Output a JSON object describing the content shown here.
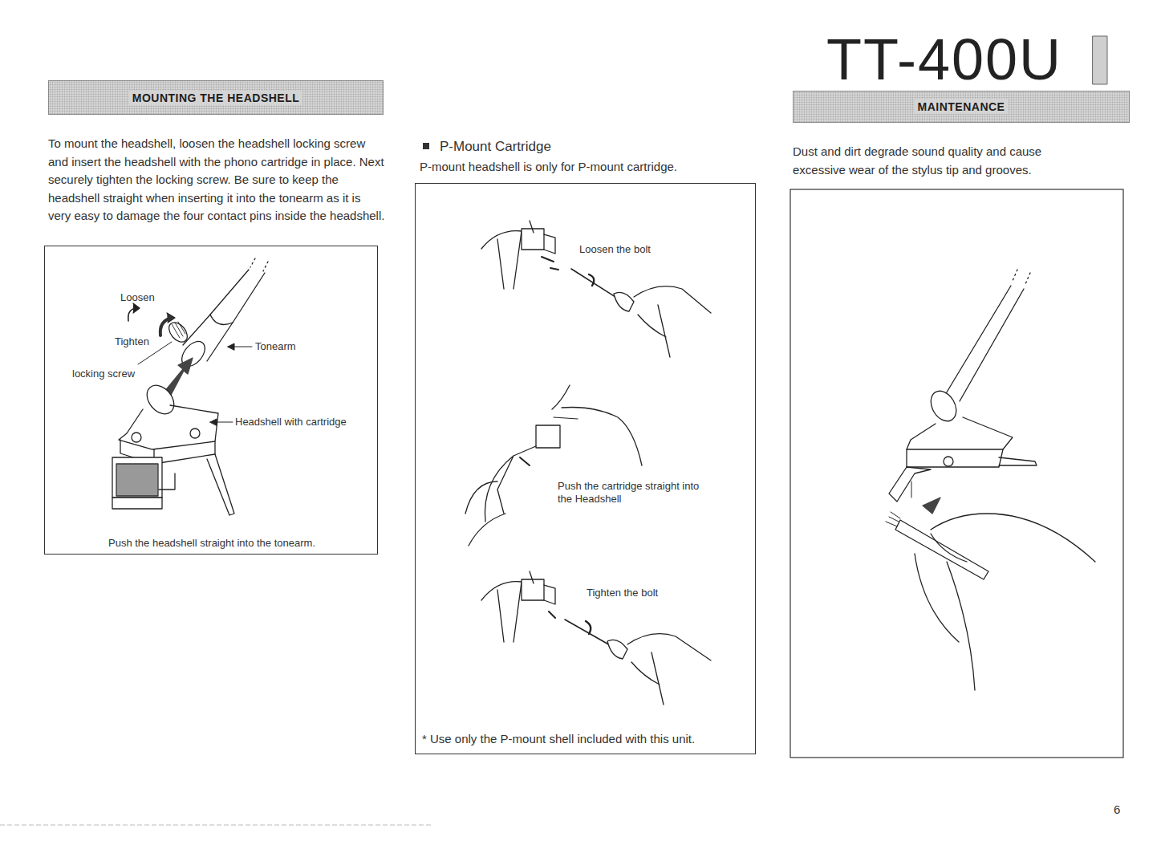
{
  "diagram": {
    "title": "TT-400U",
    "nodes": [
      {
        "text": [
          "MOUNTING THE HEADSHELL"
        ]
      },
      {
        "text": [
          "Push the headshell straight into the tonearm."
        ]
      },
      {
        "text": [
          "MAINTENANCE"
        ]
      },
      {
        "text": [
          "* Use only the P-mount shell included with this unit."
        ]
      }
    ],
    "labels": [
      "To mount the headshell, loosen the headshell locking screw and insert the headshell with the phono cartridge in place. Next securely tighten the locking screw. Be sure to keep the headshell straight when inserting it into the tonearm as it is very easy to damage the four contact pins inside the headshell.",
      "Loosen",
      "Tighten",
      "locking screw",
      "Tonearm",
      "Headshell with cartridge",
      "P-Mount Cartridge",
      "P-mount headshell is only for P-mount cartridge.",
      "Loosen the bolt",
      "Push the cartridge straight into the Headshell",
      "Tighten the bolt",
      "Dust and dirt degrade sound quality and cause excessive wear of the stylus tip and grooves.",
      "6"
    ]
  }
}
